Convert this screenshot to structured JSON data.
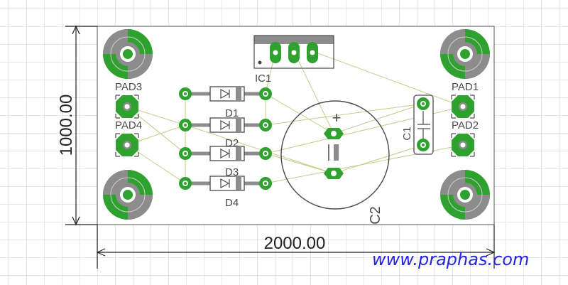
{
  "colors": {
    "board": "#ffffff",
    "silkscreen": "#4a4a4a",
    "copper": "#2ea12e",
    "copper_dark": "#1f7a1f",
    "pad_gray": "#8c8c8c",
    "ratsnest": "#cccc88",
    "dimension": "#222222",
    "watermark": "#2323e6"
  },
  "dimensions": {
    "width_label": "2000.00",
    "height_label": "1000.00"
  },
  "components": {
    "ic1": {
      "label": "IC1"
    },
    "pad1": {
      "label": "PAD1"
    },
    "pad2": {
      "label": "PAD2"
    },
    "pad3": {
      "label": "PAD3"
    },
    "pad4": {
      "label": "PAD4"
    },
    "d1": {
      "label": "D1"
    },
    "d2": {
      "label": "D2"
    },
    "d3": {
      "label": "D3"
    },
    "d4": {
      "label": "D4"
    },
    "c1": {
      "label": "C1"
    },
    "c2": {
      "label": "C2",
      "polarity": "+"
    }
  },
  "watermark": {
    "text": "www.praphas.com"
  }
}
